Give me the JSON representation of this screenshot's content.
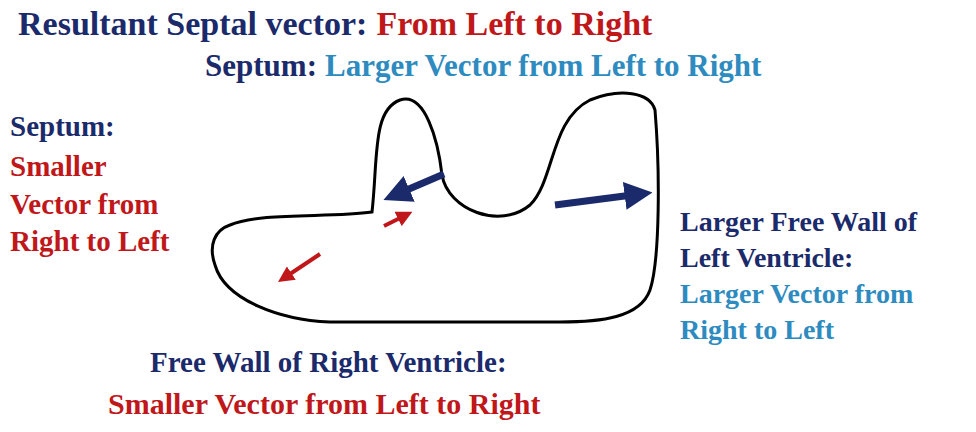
{
  "diagram": {
    "labels": [
      "Resultant Septal vector:",
      "From Left to Right",
      "Septum:",
      "Larger Vector from Left to Right",
      "Septum:",
      "Smaller Vector from Right to Left",
      "Larger Free Wall of Left Ventricle:",
      "Larger Vector from Right to Left",
      "Free Wall of Right Ventricle:",
      "Smaller Vector from Left to Right"
    ]
  }
}
